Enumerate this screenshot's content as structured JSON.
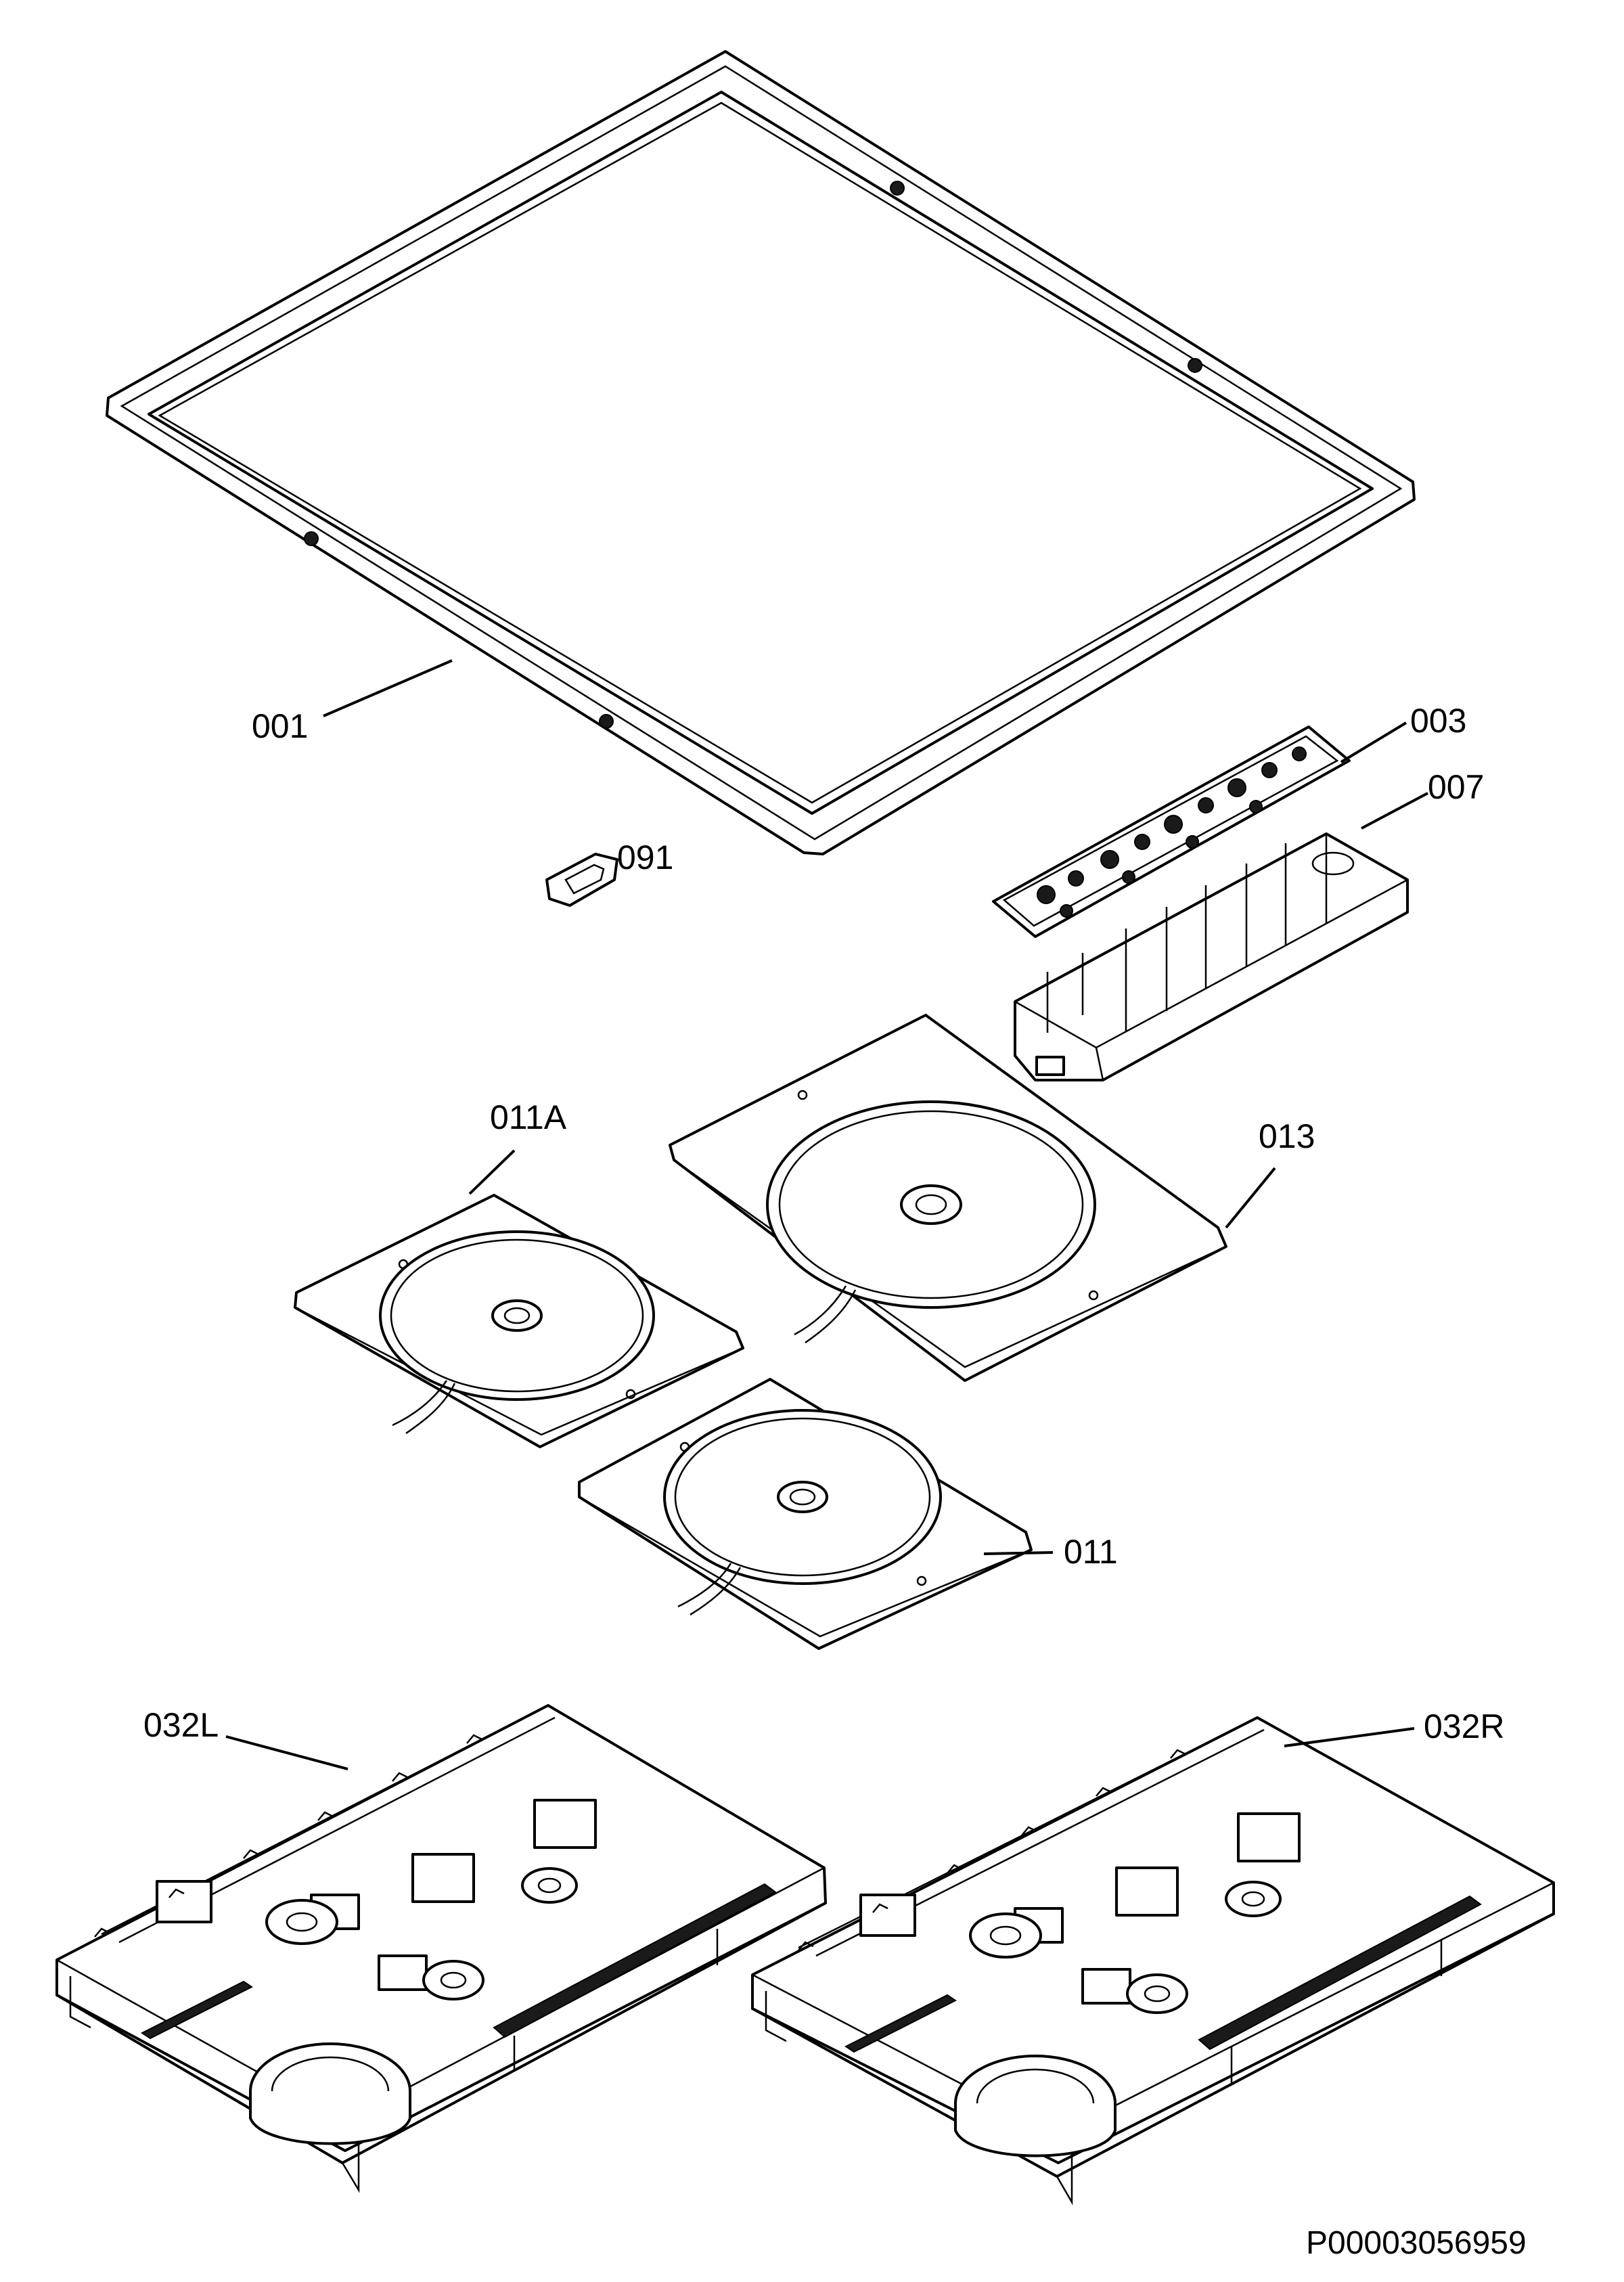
{
  "labels": {
    "frame": "001",
    "control_board": "003",
    "board_holder": "007",
    "clip": "091",
    "coil_a": "011A",
    "coil_large": "013",
    "coil": "011",
    "generator_left": "032L",
    "generator_right": "032R"
  },
  "document_id": "P00003056959"
}
